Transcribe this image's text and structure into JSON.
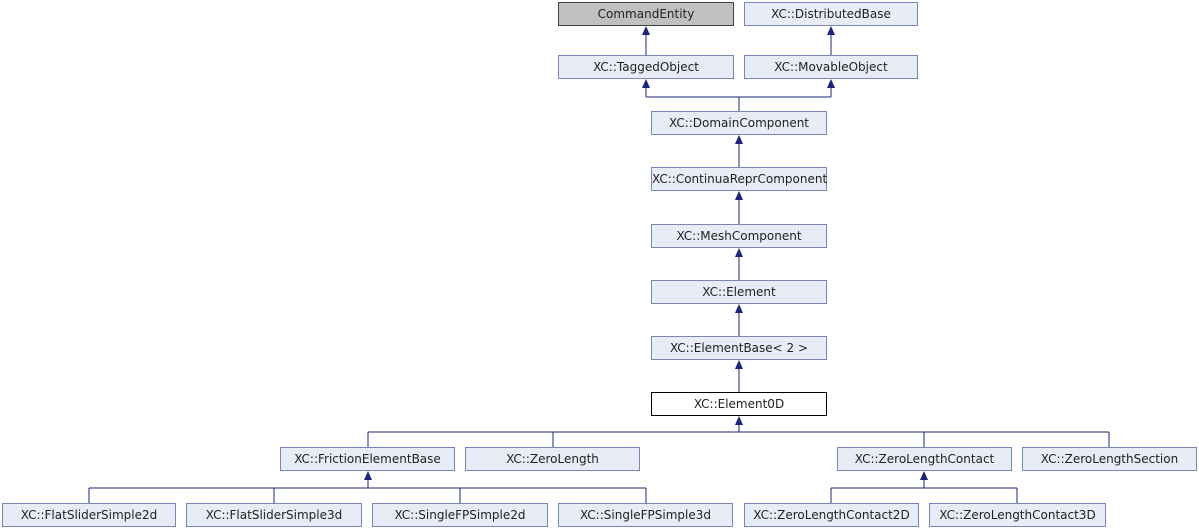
{
  "classes": {
    "command_entity": "CommandEntity",
    "distributed_base": "XC::DistributedBase",
    "tagged_object": "XC::TaggedObject",
    "movable_object": "XC::MovableObject",
    "domain_component": "XC::DomainComponent",
    "continua_repr_component": "XC::ContinuaReprComponent",
    "mesh_component": "XC::MeshComponent",
    "element": "XC::Element",
    "element_base": "XC::ElementBase< 2 >",
    "element0d": "XC::Element0D",
    "friction_element_base": "XC::FrictionElementBase",
    "zero_length": "XC::ZeroLength",
    "zero_length_contact": "XC::ZeroLengthContact",
    "zero_length_section": "XC::ZeroLengthSection",
    "flat_slider_simple2d": "XC::FlatSliderSimple2d",
    "flat_slider_simple3d": "XC::FlatSliderSimple3d",
    "single_fp_simple2d": "XC::SingleFPSimple2d",
    "single_fp_simple3d": "XC::SingleFPSimple3d",
    "zero_length_contact2d": "XC::ZeroLengthContact2D",
    "zero_length_contact3d": "XC::ZeroLengthContact3D"
  },
  "colors": {
    "edge": "#1a237e",
    "node_fill": "#e8ecf6",
    "node_border": "#7a86b8",
    "root_fill": "#c0c0c0",
    "current_fill": "#ffffff"
  }
}
